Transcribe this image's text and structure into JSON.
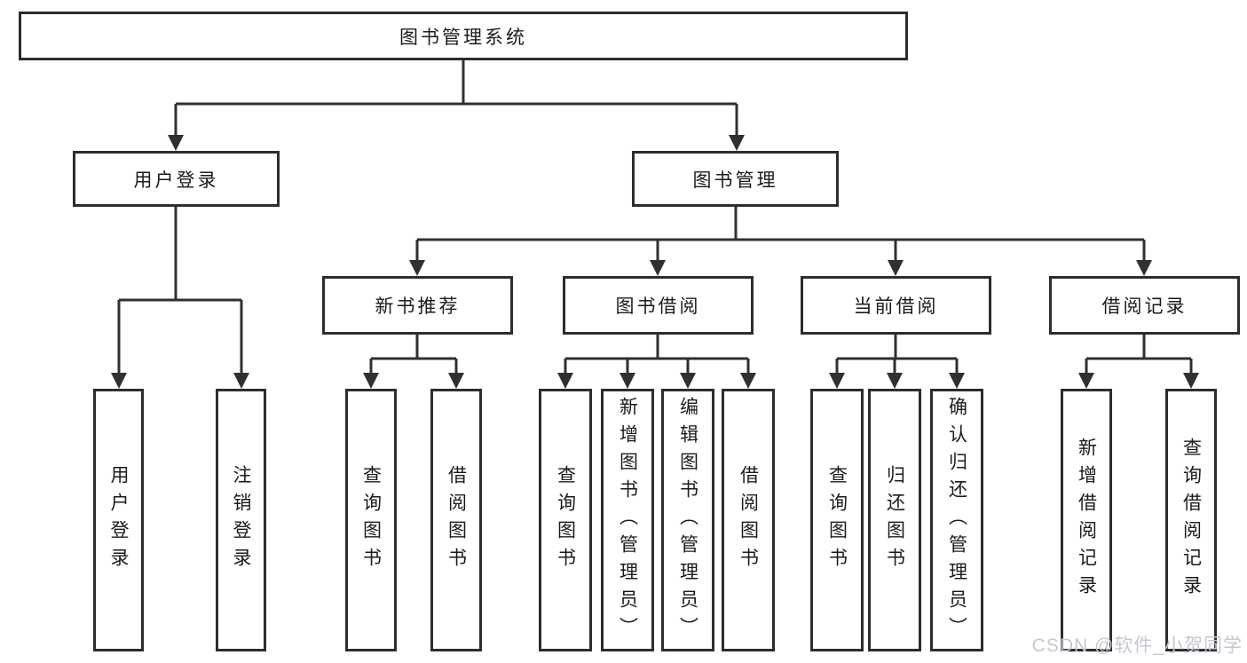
{
  "tree": {
    "root": {
      "label": "图书管理系统"
    },
    "branches": [
      {
        "label": "用户登录",
        "children": [
          {
            "label": "用户登录"
          },
          {
            "label": "注销登录"
          }
        ]
      },
      {
        "label": "图书管理",
        "children": [
          {
            "label": "新书推荐",
            "children": [
              {
                "label": "查询图书"
              },
              {
                "label": "借阅图书"
              }
            ]
          },
          {
            "label": "图书借阅",
            "children": [
              {
                "label": "查询图书"
              },
              {
                "label": "新增图书（管理员）"
              },
              {
                "label": "编辑图书（管理员）"
              },
              {
                "label": "借阅图书"
              }
            ]
          },
          {
            "label": "当前借阅",
            "children": [
              {
                "label": "查询图书"
              },
              {
                "label": "归还图书"
              },
              {
                "label": "确认归还（管理员）"
              }
            ]
          },
          {
            "label": "借阅记录",
            "children": [
              {
                "label": "新增借阅记录"
              },
              {
                "label": "查询借阅记录"
              }
            ]
          }
        ]
      }
    ]
  },
  "watermark": {
    "text": "CSDN @软件_小贺同学"
  },
  "colors": {
    "line": "#303030",
    "box_border": "#2d2d2d",
    "text": "#1b1b1b",
    "background": "#ffffff",
    "watermark": "#c3c9d1"
  }
}
